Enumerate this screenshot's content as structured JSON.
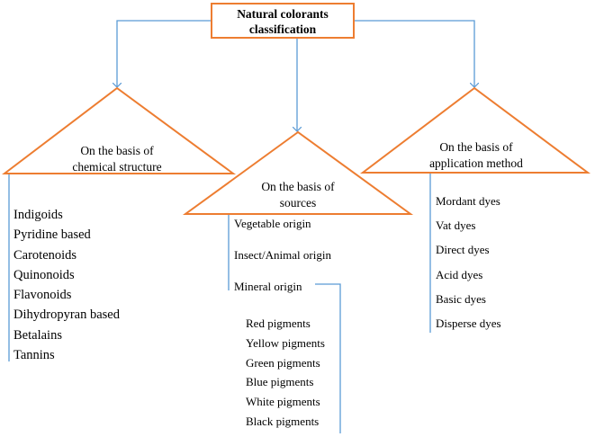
{
  "title": {
    "line1": "Natural colorants",
    "line2": "classification"
  },
  "categories": {
    "chemical_structure": {
      "label_line1": "On the basis of",
      "label_line2": "chemical structure",
      "items": [
        "Indigoids",
        "Pyridine based",
        "Carotenoids",
        "Quinonoids",
        "Flavonoids",
        "Dihydropyran based",
        "Betalains",
        "Tannins"
      ]
    },
    "sources": {
      "label_line1": "On the basis of",
      "label_line2": "sources",
      "items": [
        "Vegetable origin",
        "Insect/Animal origin",
        "Mineral origin"
      ]
    },
    "application_method": {
      "label_line1": "On the basis of",
      "label_line2": "application method",
      "items": [
        "Mordant dyes",
        "Vat dyes",
        "Direct dyes",
        "Acid dyes",
        "Basic dyes",
        "Disperse dyes"
      ]
    }
  },
  "mineral_pigments": [
    "Red pigments",
    "Yellow pigments",
    "Green pigments",
    "Blue pigments",
    "White pigments",
    "Black pigments"
  ],
  "colors": {
    "shape_outline": "#ed7d31",
    "connector": "#5b9bd5",
    "text": "#000000"
  }
}
